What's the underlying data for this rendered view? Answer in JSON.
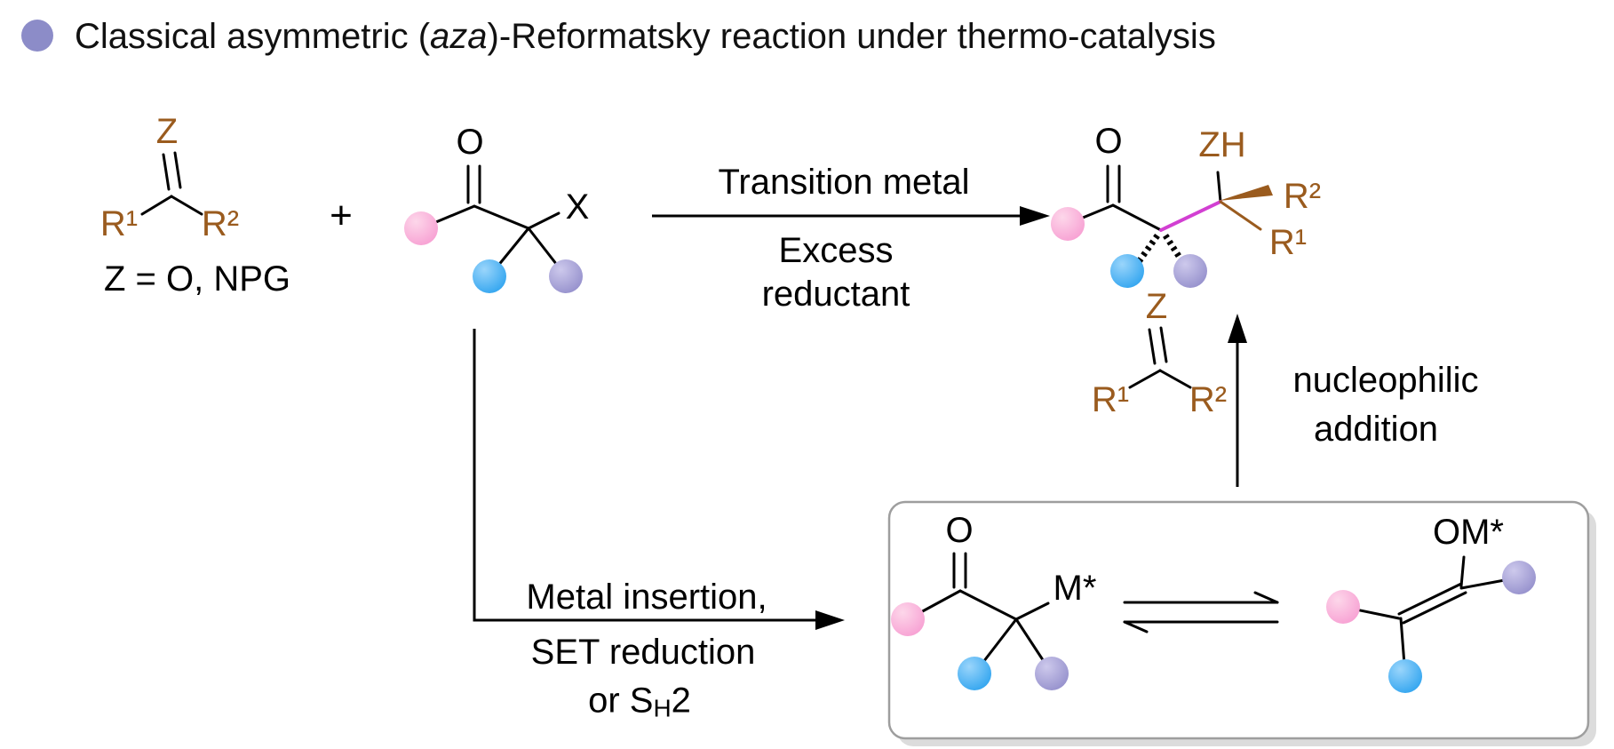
{
  "title": {
    "prefix": "Classical asymmetric (",
    "italic": "aza",
    "suffix": ")-Reformatsky reaction under thermo-catalysis"
  },
  "colors": {
    "bullet": "#8c8cc8",
    "brown_moiety": "#9a5b1e",
    "pink_ball": "#f9a8d4",
    "blue_ball": "#45aef5",
    "purple_ball": "#a09bd4",
    "new_bond_magenta": "#d23fd2"
  },
  "reactants": {
    "z_label": "Z",
    "r1_label": "R¹",
    "r2_label": "R²",
    "z_definition": "Z = O, NPG",
    "plus": "+",
    "carbonyl_o": "O",
    "halide_x": "X"
  },
  "main_arrow": {
    "above": "Transition metal",
    "below_line1": "Excess",
    "below_line2": "reductant"
  },
  "product": {
    "carbonyl_o": "O",
    "zh_label": "ZH",
    "r2_label": "R²",
    "r1_label": "R¹"
  },
  "lower_arrow": {
    "line1": "Metal insertion,",
    "line2": "SET reduction",
    "line3_pre": "or S",
    "line3_sub": "H",
    "line3_post": "2"
  },
  "intermediates": {
    "carbonyl_o": "O",
    "metal": "M*",
    "enolate_om": "OM*"
  },
  "up_arrow": {
    "line1": "nucleophilic",
    "line2": "addition"
  }
}
